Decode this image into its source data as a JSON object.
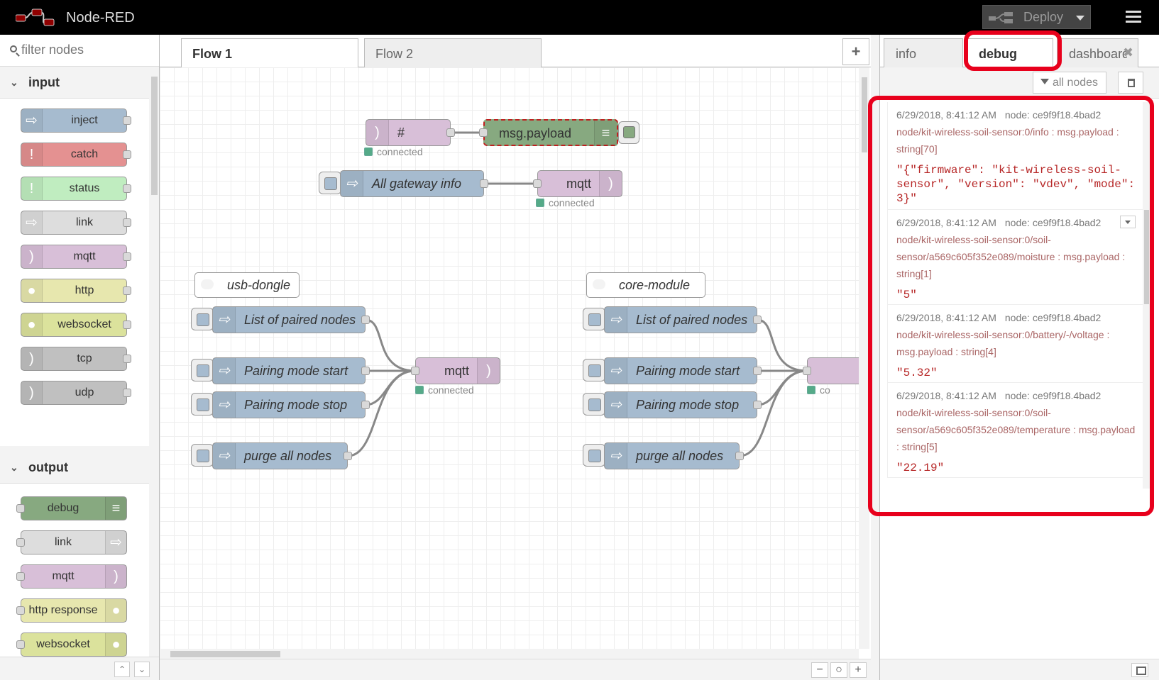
{
  "app": {
    "title": "Node-RED",
    "deploy_label": "Deploy"
  },
  "palette": {
    "filter_placeholder": "filter nodes",
    "categories": [
      {
        "label": "input",
        "nodes": [
          "inject",
          "catch",
          "status",
          "link",
          "mqtt",
          "http",
          "websocket",
          "tcp",
          "udp"
        ]
      },
      {
        "label": "output",
        "nodes": [
          "debug",
          "link",
          "mqtt",
          "http response",
          "websocket"
        ]
      }
    ]
  },
  "workspace": {
    "tabs": [
      "Flow 1",
      "Flow 2"
    ],
    "add_tab_label": "+",
    "nodes": {
      "mqtt_in_hash": "#",
      "debug_msg_payload": "msg.payload",
      "all_gateway_info": "All gateway info",
      "mqtt_out_top": "mqtt",
      "comment_usb": "usb-dongle",
      "comment_core": "core-module",
      "list_paired": "List of paired nodes",
      "pairing_start": "Pairing mode start",
      "pairing_stop": "Pairing mode stop",
      "purge_all": "purge all nodes",
      "mqtt_out_mid": "mqtt"
    },
    "status_connected": "connected",
    "status_partial": "co",
    "zoom_out": "−",
    "zoom_reset": "○",
    "zoom_in": "+"
  },
  "sidebar": {
    "tabs": [
      "info",
      "debug",
      "dashboard"
    ],
    "filter_label": "all nodes",
    "messages": [
      {
        "time": "6/29/2018, 8:41:12 AM",
        "node": "node: ce9f9f18.4bad2",
        "topic": "node/kit-wireless-soil-sensor:0/info : msg.payload : string[70]",
        "payload": "\"{\"firmware\": \"kit-wireless-soil-sensor\", \"version\": \"vdev\", \"mode\": 3}\""
      },
      {
        "time": "6/29/2018, 8:41:12 AM",
        "node": "node: ce9f9f18.4bad2",
        "topic": "node/kit-wireless-soil-sensor:0/soil-sensor/a569c605f352e089/moisture : msg.payload : string[1]",
        "payload": "\"5\""
      },
      {
        "time": "6/29/2018, 8:41:12 AM",
        "node": "node: ce9f9f18.4bad2",
        "topic": "node/kit-wireless-soil-sensor:0/battery/-/voltage : msg.payload : string[4]",
        "payload": "\"5.32\""
      },
      {
        "time": "6/29/2018, 8:41:12 AM",
        "node": "node: ce9f9f18.4bad2",
        "topic": "node/kit-wireless-soil-sensor:0/soil-sensor/a569c605f352e089/temperature : msg.payload : string[5]",
        "payload": "\"22.19\""
      }
    ]
  },
  "colors": {
    "inject": "#a6bbcf",
    "catch": "#e49191",
    "status": "#c0edc0",
    "link": "#dddddd",
    "mqtt": "#d8bfd8",
    "http": "#e7e7ae",
    "websocket": "#dbe29c",
    "tcp": "#c0c0c0",
    "debug": "#87a980",
    "highlight": "#e8001c"
  }
}
